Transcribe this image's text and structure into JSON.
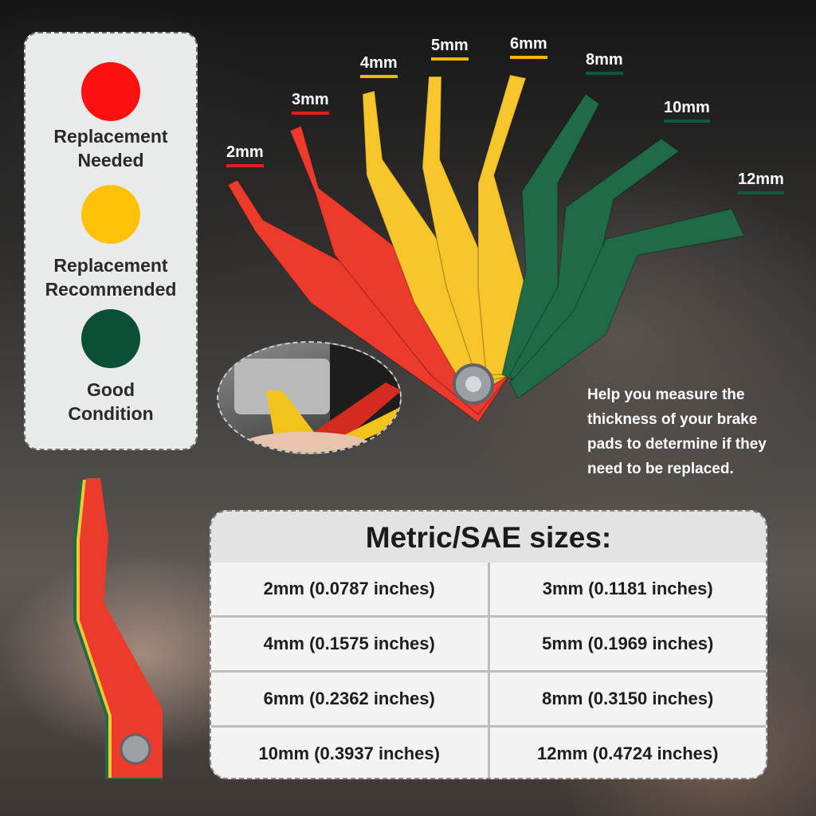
{
  "legend": {
    "items": [
      {
        "line1": "Replacement",
        "line2": "Needed",
        "color": "#ff1010"
      },
      {
        "line1": "Replacement",
        "line2": "Recommended",
        "color": "#ffc107"
      },
      {
        "line1": "Good",
        "line2": "Condition",
        "color": "#0b4f36"
      }
    ]
  },
  "gauges": {
    "labels": [
      {
        "text": "2mm",
        "color": "#e51d1d"
      },
      {
        "text": "3mm",
        "color": "#e51d1d"
      },
      {
        "text": "4mm",
        "color": "#f5b800"
      },
      {
        "text": "5mm",
        "color": "#f5b800"
      },
      {
        "text": "6mm",
        "color": "#f5b800"
      },
      {
        "text": "8mm",
        "color": "#0e5a3c"
      },
      {
        "text": "10mm",
        "color": "#0e5a3c"
      },
      {
        "text": "12mm",
        "color": "#0e5a3c"
      }
    ],
    "colors": {
      "red": "#ec3a2c",
      "yellow": "#f7c62c",
      "green": "#1f6b45"
    }
  },
  "help_text": {
    "line1": "Help you measure the",
    "line2": "thickness of your brake",
    "line3": "pads to determine if they",
    "line4": "need to be replaced."
  },
  "sizes_table": {
    "title": "Metric/SAE sizes:",
    "cells": [
      "2mm (0.0787 inches)",
      "3mm (0.1181 inches)",
      "4mm (0.1575 inches)",
      "5mm (0.1969 inches)",
      "6mm (0.2362 inches)",
      "8mm (0.3150 inches)",
      "10mm (0.3937 inches)",
      "12mm (0.4724 inches)"
    ]
  }
}
